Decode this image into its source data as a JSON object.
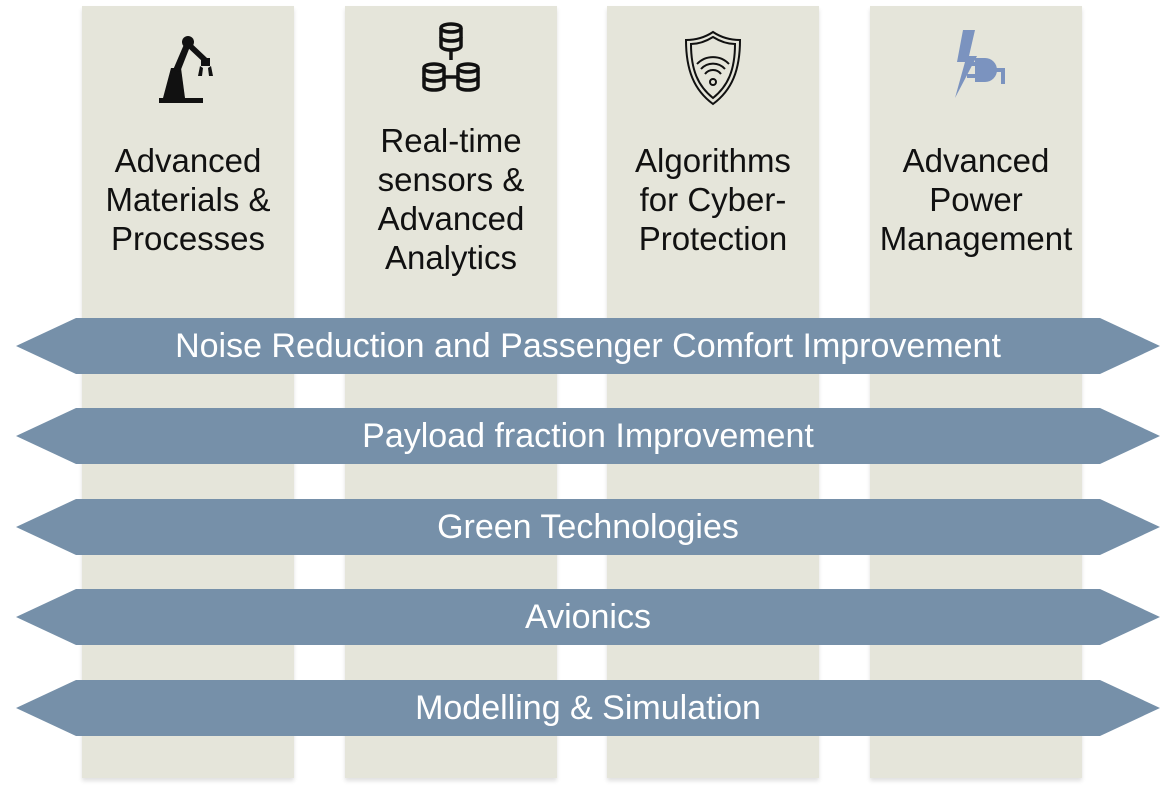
{
  "columns": [
    {
      "icon": "robotic-arm-icon",
      "lines": [
        "Advanced",
        "Materials &",
        "Processes"
      ]
    },
    {
      "icon": "database-network-icon",
      "lines": [
        "Real-time",
        "sensors &",
        "Advanced",
        "Analytics"
      ]
    },
    {
      "icon": "wifi-shield-icon",
      "lines": [
        "Algorithms",
        "for Cyber-",
        "Protection"
      ]
    },
    {
      "icon": "power-plug-lightning-icon",
      "lines": [
        "Advanced",
        "Power",
        "Management"
      ]
    }
  ],
  "bands": [
    {
      "label": "Noise Reduction and Passenger Comfort Improvement"
    },
    {
      "label": "Payload fraction Improvement"
    },
    {
      "label": "Green Technologies"
    },
    {
      "label": "Avionics"
    },
    {
      "label": "Modelling & Simulation"
    }
  ],
  "colors": {
    "column_bg": "#e5e5da",
    "band_bg": "#7690a9",
    "band_text": "#ffffff",
    "power_icon": "#7b93bf"
  }
}
